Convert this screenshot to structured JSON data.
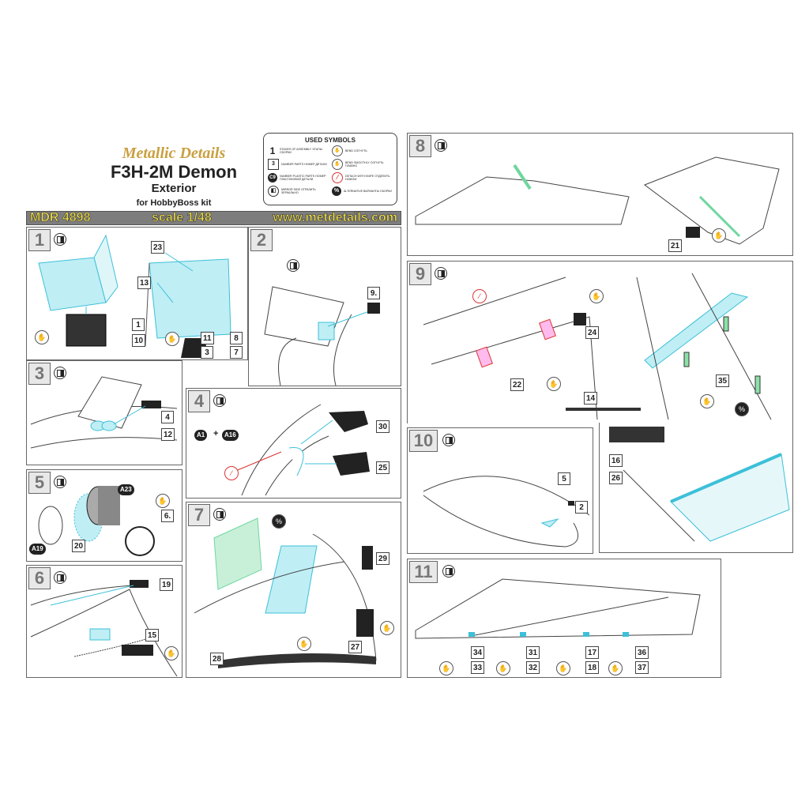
{
  "header": {
    "brand": "Metallic Details",
    "title": "F3H-2M Demon",
    "subtitle": "Exterior",
    "for_kit": "for HobbyBoss kit",
    "code": "MDR 4898",
    "scale": "scale 1/48",
    "website": "www.metdetails.com"
  },
  "legend": {
    "title": "USED SYMBOLS",
    "items": [
      {
        "icon": "1",
        "text": "STAGES OF ASSEMBLY ЭТАПЫ СБОРКИ"
      },
      {
        "icon": "bend-icon",
        "text": "BEND СОГНУТЬ"
      },
      {
        "icon": "3",
        "text": "NUMBER PARTS НОМЕР ДЕТАЛИ"
      },
      {
        "icon": "bend-smoothly-icon",
        "text": "BEND SMOOTHLY СОГНУТЬ ПЛАВНО"
      },
      {
        "icon": "C9",
        "text": "NUMBER PLASTIC PARTS НОМЕР ПЛАСТИКОВОЙ ДЕТАЛИ"
      },
      {
        "icon": "knife-icon",
        "text": "DETACH WITH KNIFE ОТДЕЛИТЬ НОЖОМ"
      },
      {
        "icon": "mirror-icon",
        "text": "MIRROR SIDE ОТРАЗИТЬ ЗЕРКАЛЬНО"
      },
      {
        "icon": "alternative-icon",
        "text": "ALTERNATIVE ВАРИАНТЫ СБОРКИ"
      }
    ]
  },
  "steps": {
    "s1": {
      "num": "1",
      "parts": [
        "23",
        "13",
        "1",
        "10",
        "11",
        "3",
        "8",
        "7"
      ]
    },
    "s2": {
      "num": "2",
      "parts": [
        "9."
      ]
    },
    "s3": {
      "num": "3",
      "parts": [
        "4",
        "12"
      ]
    },
    "s4": {
      "num": "4",
      "parts": [
        "30",
        "25"
      ],
      "plastic": [
        "A1",
        "A16"
      ],
      "plus": "+"
    },
    "s5": {
      "num": "5",
      "parts": [
        "20",
        "6."
      ],
      "plastic": [
        "A23",
        "A19"
      ]
    },
    "s6": {
      "num": "6",
      "parts": [
        "19",
        "15"
      ]
    },
    "s7": {
      "num": "7",
      "parts": [
        "29",
        "27",
        "28"
      ]
    },
    "s8": {
      "num": "8",
      "parts": [
        "21"
      ]
    },
    "s9": {
      "num": "9",
      "parts": [
        "24",
        "22",
        "14",
        "35",
        "16",
        "26"
      ]
    },
    "s10": {
      "num": "10",
      "parts": [
        "5",
        "2"
      ]
    },
    "s11": {
      "num": "11",
      "parts": [
        "34",
        "31",
        "17",
        "36",
        "33",
        "32",
        "18",
        "37"
      ]
    }
  },
  "colors": {
    "part_cyan": "#3cc0d8",
    "part_green": "#6fd6a0",
    "band_gray": "#7d7d7d",
    "band_text": "#f4e34a"
  }
}
